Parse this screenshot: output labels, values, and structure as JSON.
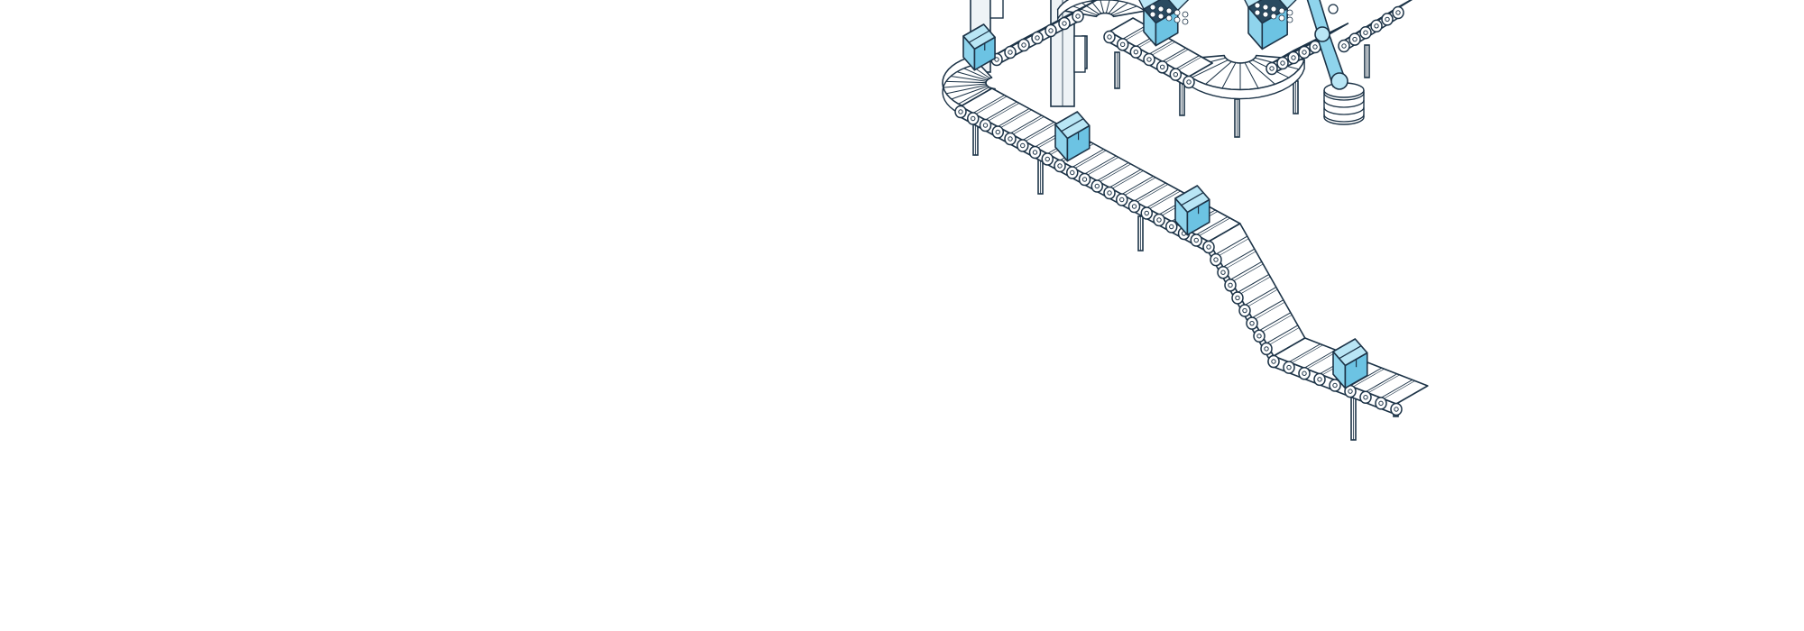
{
  "scene": {
    "subject": "isometric-conveyor-production-line",
    "palette": {
      "background": "#ffffff",
      "line": "#1c3347",
      "box_light": "#b9e6f5",
      "box_mid": "#8fd4ec",
      "box_dark": "#6cc3e3",
      "roller_fill": "#ffffff",
      "leg_fill": "#ffffff",
      "machine_fill": "#eef3f6"
    },
    "elements": [
      "conveyor-belt",
      "cardboard-box",
      "robot-arm",
      "cable-spool",
      "support-leg",
      "packing-machine"
    ]
  }
}
